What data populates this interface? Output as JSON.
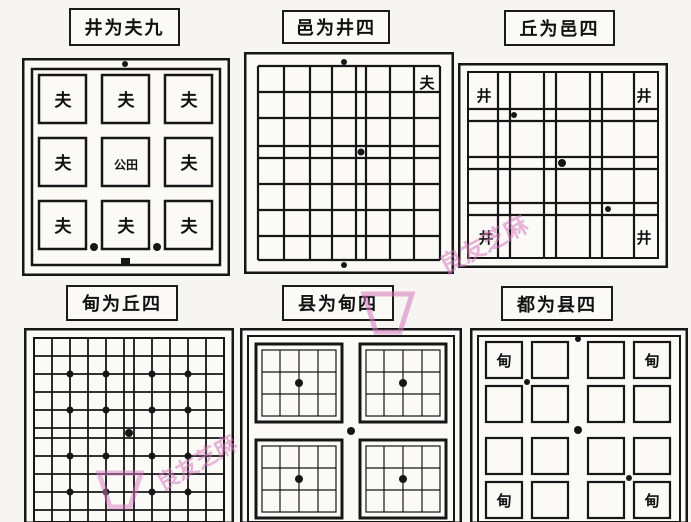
{
  "panels": [
    {
      "title": "井为夫九",
      "cells": [
        "夫",
        "夫",
        "夫",
        "夫",
        "公田",
        "夫",
        "夫",
        "夫",
        "夫"
      ]
    },
    {
      "title": "邑为井四",
      "corner": "夫"
    },
    {
      "title": "丘为邑四",
      "corner": "井"
    },
    {
      "title": "甸为丘四"
    },
    {
      "title": "县为甸四"
    },
    {
      "title": "都为县四",
      "corner": "甸"
    }
  ],
  "watermark": {
    "text": "良友芝麻"
  },
  "colors": {
    "ink": "#161616",
    "paper": "#fbfaf7",
    "watermark": "#d678be"
  }
}
